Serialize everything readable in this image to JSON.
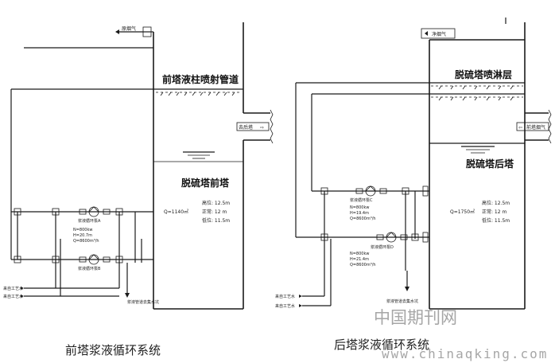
{
  "front_tower": {
    "flue_gas_label": "原烟气",
    "spray_header_title": "前塔液柱喷射管道",
    "outlet_label": "去后塔",
    "tower_title": "脱硫塔前塔",
    "volume": "Q=1140㎥",
    "levels": [
      "高位: 12.5m",
      "正常: 12 m",
      "低位: 11.5m"
    ],
    "pump_a_label": "浆液循环泵A",
    "pump_b_label": "浆液循环泵B",
    "pump_spec": [
      "N=800kw",
      "H=20.7m",
      "Q=8600m³/h"
    ],
    "process_water_1": "来自工艺水",
    "process_water_2": "来自工艺水",
    "drain_label": "浆液管道去集水坑",
    "caption": "前塔浆液循环系统"
  },
  "rear_tower": {
    "clean_gas_label": "净烟气",
    "spray_layer_title": "脱硫塔喷淋层",
    "inlet_label": "前塔烟气",
    "tower_title": "脱硫塔后塔",
    "volume": "Q=1750㎥",
    "levels": [
      "高位: 12.5m",
      "正常: 12 m",
      "低位: 11.5m"
    ],
    "pump_c_label": "浆液循环泵C",
    "pump_d_label": "浆液循环泵D",
    "pump_c_spec": [
      "N=800kw",
      "H=19.4m",
      "Q=8600m³/h"
    ],
    "pump_d_spec": [
      "N=800kw",
      "H=21.4m",
      "Q=8600m³/h"
    ],
    "process_water_1": "来自工艺水",
    "process_water_2": "来自工艺水",
    "drain_label": "浆液管道去集水坑",
    "caption": "后塔浆液循环系统"
  },
  "watermark": {
    "cn": "中国期刊网",
    "url": "www.chinaqking.com"
  }
}
